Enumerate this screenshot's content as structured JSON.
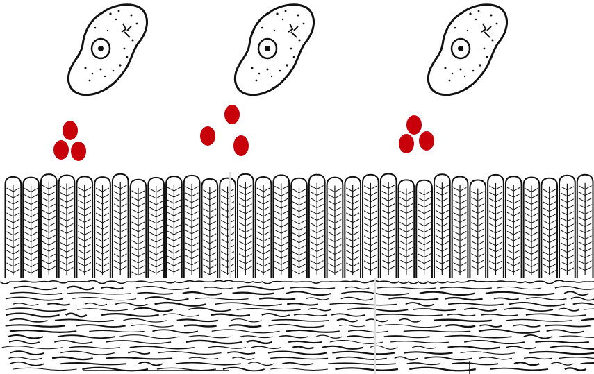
{
  "diagram": {
    "organisms": [
      {
        "name": "amoeba-left"
      },
      {
        "name": "amoeba-middle"
      },
      {
        "name": "amoeba-right"
      }
    ],
    "particle_groups": [
      {
        "name": "red-dots-left",
        "count": 3
      },
      {
        "name": "red-dots-middle",
        "count": 3
      },
      {
        "name": "red-dots-right",
        "count": 3
      }
    ],
    "tissue": {
      "villi_count": 33,
      "layers": [
        "villi-layer",
        "submucosa-layer"
      ]
    },
    "colors": {
      "particle": "#c8000a",
      "ink": "#111111",
      "background": "#ffffff"
    }
  }
}
